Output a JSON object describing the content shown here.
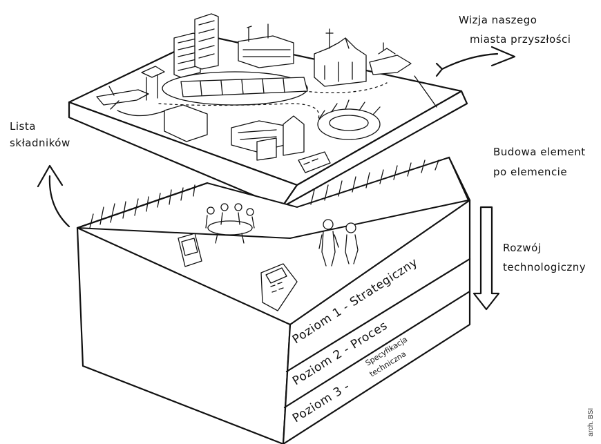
{
  "labels": {
    "vision_line1": "Wizja naszego",
    "vision_line2": "miasta przyszłości",
    "ingredients_line1": "Lista",
    "ingredients_line2": "składników",
    "build_line1": "Budowa element",
    "build_line2": "po elemencie",
    "tech_line1": "Rozwój",
    "tech_line2": "technologiczny"
  },
  "levels": {
    "level1": "Poziom 1 - Strategiczny",
    "level2": "Poziom 2 - Proces",
    "level3_prefix": "Poziom 3 -",
    "level3_line1": "Specyfikacja",
    "level3_line2": "techniczna"
  },
  "credit": "arch. BSI"
}
